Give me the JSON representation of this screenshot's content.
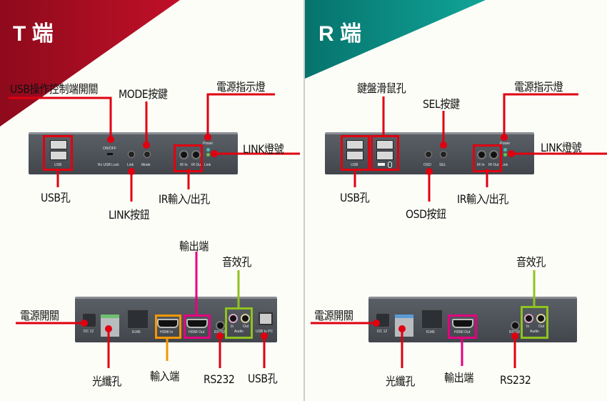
{
  "colors": {
    "t_brand": "#a30d22",
    "r_brand": "#0b8a80",
    "callout_red": "#e00010",
    "hdmi_in": "#f39800",
    "hdmi_out": "#e4007f",
    "audio": "#8fc31f"
  },
  "t_side": {
    "title": "T 端",
    "front_callouts": {
      "usb_switch": "USB操作控制端開關",
      "mode": "MODE按鍵",
      "power_led": "電源指示燈",
      "link_led": "LINK燈號",
      "usb": "USB孔",
      "link_button": "LINK按鈕",
      "ir": "IR輸入/出孔"
    },
    "front_panel": {
      "usb": "USB",
      "on_off": "ON/OFF",
      "rx_usb_lock": "Rx USB Lock",
      "link": "Link",
      "mode": "Mode",
      "ir_in": "IR In",
      "ir_out": "IR Out",
      "power": "Power",
      "link_led": "Link"
    },
    "rear_callouts": {
      "power_switch": "電源開關",
      "output": "輸出端",
      "audio": "音效孔",
      "fiber": "光纖孔",
      "input": "輸入端",
      "rs232": "RS232",
      "usb": "USB孔"
    },
    "rear_panel": {
      "dc": "DC 12",
      "rj45": "RJ45",
      "hdmi_in": "HDMI In",
      "hdmi_out": "HDMI Out",
      "rs232": "RS232",
      "audio_in": "In",
      "audio_out": "Out",
      "audio": "Audio",
      "usb_to_pc": "USB to PC"
    }
  },
  "r_side": {
    "title": "R 端",
    "front_callouts": {
      "kb_mouse": "鍵盤滑鼠孔",
      "sel": "SEL按鍵",
      "power_led": "電源指示燈",
      "link_led": "LINK燈號",
      "usb": "USB孔",
      "osd": "OSD按鈕",
      "ir": "IR輸入/出孔"
    },
    "front_panel": {
      "usb": "USB",
      "osd": "OSD",
      "sel": "SEL",
      "ir_in": "IR In",
      "ir_out": "IR Out",
      "power": "Power",
      "link_led": "Link"
    },
    "rear_callouts": {
      "power_switch": "電源開關",
      "audio": "音效孔",
      "fiber": "光纖孔",
      "output": "輸出端",
      "rs232": "RS232"
    },
    "rear_panel": {
      "dc": "DC 12",
      "rj45": "RJ45",
      "hdmi_out": "HDMI Out",
      "rs232": "RS232",
      "audio_in": "In",
      "audio_out": "Out",
      "audio": "Audio"
    }
  }
}
